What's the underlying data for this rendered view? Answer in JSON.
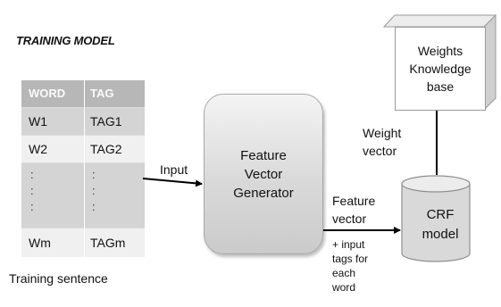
{
  "title": "TRAINING MODEL",
  "table": {
    "headers": [
      "WORD",
      "TAG"
    ],
    "rows": [
      {
        "word": "W1",
        "tag": "TAG1"
      },
      {
        "word": "W2",
        "tag": "TAG2"
      },
      {
        "word": "Wm",
        "tag": "TAGm"
      }
    ],
    "ellipsis": ":"
  },
  "caption": "Training sentence",
  "input_label": "Input",
  "generator_lines": [
    "Feature",
    "Vector",
    "Generator"
  ],
  "feature_vector_lines": [
    "Feature",
    "vector"
  ],
  "tags_note_lines": [
    "+ input",
    "tags for",
    "each",
    "word"
  ],
  "crf_lines": [
    "CRF",
    "model"
  ],
  "weight_vector_lines": [
    "Weight",
    "vector"
  ],
  "kb_lines": [
    "Weights",
    "Knowledge",
    "base"
  ]
}
